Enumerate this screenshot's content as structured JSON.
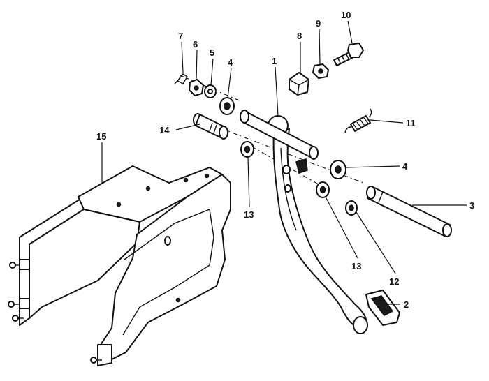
{
  "callouts": [
    {
      "id": "c1",
      "text": "1"
    },
    {
      "id": "c2",
      "text": "2"
    },
    {
      "id": "c3",
      "text": "3"
    },
    {
      "id": "c4a",
      "text": "4"
    },
    {
      "id": "c4b",
      "text": "4"
    },
    {
      "id": "c5",
      "text": "5"
    },
    {
      "id": "c6",
      "text": "6"
    },
    {
      "id": "c7",
      "text": "7"
    },
    {
      "id": "c8",
      "text": "8"
    },
    {
      "id": "c9",
      "text": "9"
    },
    {
      "id": "c10",
      "text": "10"
    },
    {
      "id": "c11",
      "text": "11"
    },
    {
      "id": "c12",
      "text": "12"
    },
    {
      "id": "c13a",
      "text": "13"
    },
    {
      "id": "c13b",
      "text": "13"
    },
    {
      "id": "c14",
      "text": "14"
    },
    {
      "id": "c15",
      "text": "15"
    }
  ],
  "colors": {
    "ink": "#111111",
    "paper": "#ffffff"
  }
}
